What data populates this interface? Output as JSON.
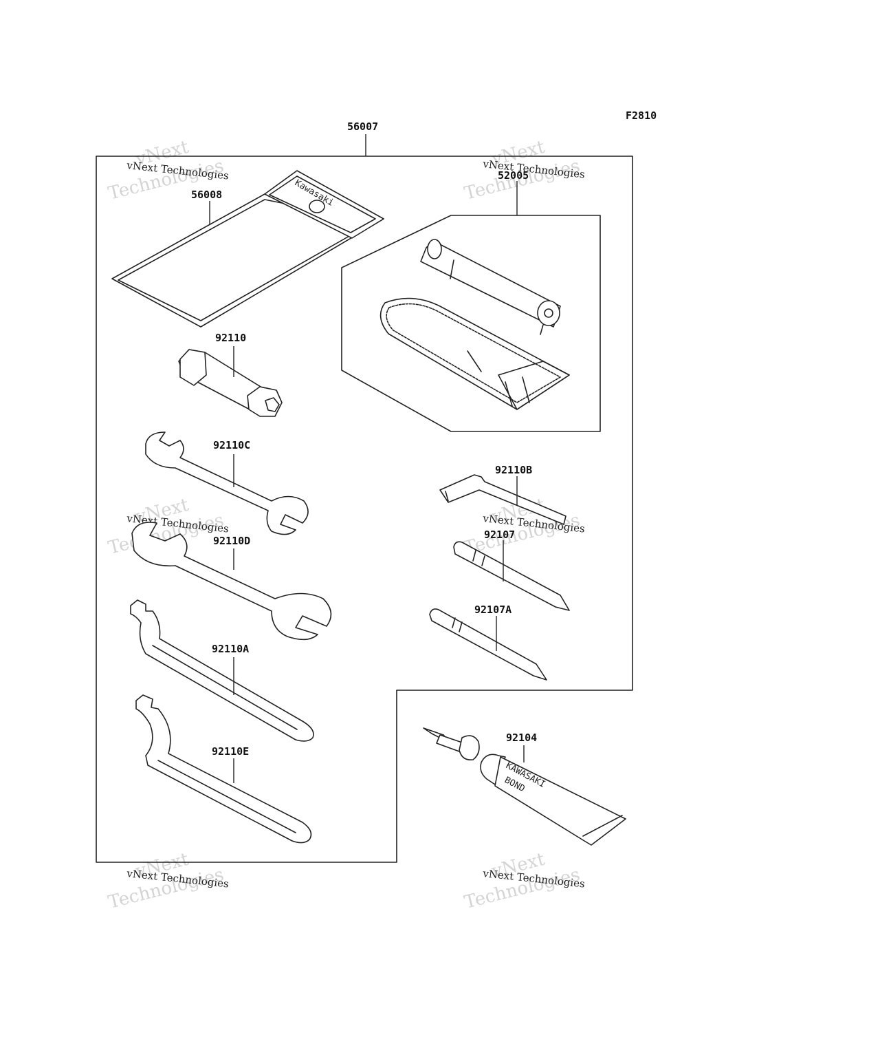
{
  "diagram": {
    "code": "F2810",
    "labels": {
      "kit": "56007",
      "pouch": "56008",
      "pump_bag": "52005",
      "plug_wrench": "92110",
      "wrench_c": "92110C",
      "wrench_d": "92110D",
      "hook_a": "92110A",
      "hook_e": "92110E",
      "hex_key": "92110B",
      "driver": "92107",
      "driver_a": "92107A",
      "bond": "92104"
    },
    "pouch_brand": "Kawasaki",
    "tube_brand": "KAWASAKI",
    "tube_text": "BOND"
  },
  "watermark": {
    "line1": "vNext",
    "line2": "Technologies",
    "small": "vNext Technologies"
  }
}
